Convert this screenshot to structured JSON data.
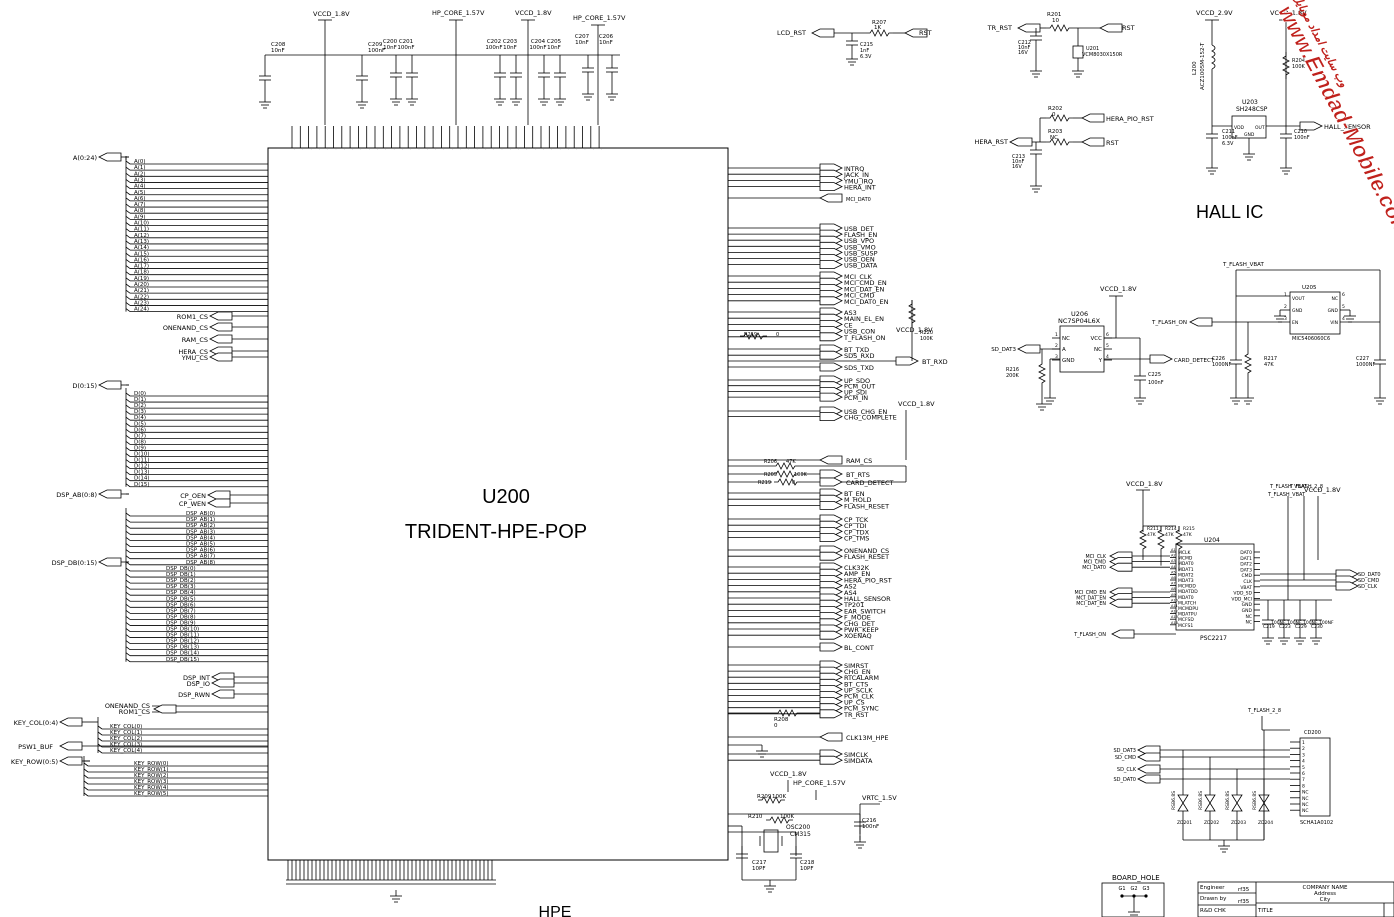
{
  "chip": {
    "ref": "U200",
    "part": "TRIDENT-HPE-POP"
  },
  "sheet_title": "HPE",
  "hall_title": "HALL IC",
  "board_hole": {
    "title": "BOARD_HOLE",
    "pins": [
      "G1",
      "G2",
      "G3"
    ]
  },
  "titleblock": {
    "engineer_label": "Engineer",
    "engineer": "rf35",
    "drawn_label": "Drawn by",
    "drawn": "rf35",
    "rdchk_label": "R&D CHK",
    "title_label": "TITLE",
    "company": "COMPANY NAME",
    "address": "Address",
    "city": "City"
  },
  "watermark": {
    "line1": "www.Emdad-Mobile.com",
    "line2": "وب سایت امداد موبایل"
  },
  "top_power": {
    "vccd_a": "VCCD_1.8V",
    "hpcore_a": "HP_CORE_1.57V",
    "vccd_b": "VCCD_1.8V",
    "hpcore_b": "HP_CORE_1.57V"
  },
  "caps_top": [
    {
      "ref": "C208",
      "val": "10nF"
    },
    {
      "ref": "C209",
      "val": "100nF"
    },
    {
      "ref": "C200",
      "val": "10nF"
    },
    {
      "ref": "C201",
      "val": "100nF"
    },
    {
      "ref": "C202",
      "val": "100nF"
    },
    {
      "ref": "C203",
      "val": "10nF"
    },
    {
      "ref": "C204",
      "val": "100nF"
    },
    {
      "ref": "C205",
      "val": "10nF"
    },
    {
      "ref": "C207",
      "val": "10nF"
    },
    {
      "ref": "C206",
      "val": "10nF"
    }
  ],
  "left_buses": [
    {
      "name": "A(0:24)"
    },
    {
      "name": "D(0:15)"
    },
    {
      "name": "DSP_AB(0:8)"
    },
    {
      "name": "DSP_DB(0:15)"
    },
    {
      "name": "KEY_COL(0:4)"
    },
    {
      "name": "PSW1_BUF"
    },
    {
      "name": "KEY_ROW(0:5)"
    }
  ],
  "addr_lines": [
    "A(0)",
    "A(1)",
    "A(2)",
    "A(3)",
    "A(4)",
    "A(5)",
    "A(6)",
    "A(7)",
    "A(8)",
    "A(9)",
    "A(10)",
    "A(11)",
    "A(12)",
    "A(13)",
    "A(14)",
    "A(15)",
    "A(16)",
    "A(17)",
    "A(18)",
    "A(19)",
    "A(20)",
    "A(21)",
    "A(22)",
    "A(23)",
    "A(24)"
  ],
  "cs_signals": [
    "ROM1_CS",
    "ONENAND_CS",
    "RAM_CS",
    "HERA_CS",
    "YMU_CS"
  ],
  "data_lines": [
    "D(0)",
    "D(1)",
    "D(2)",
    "D(3)",
    "D(4)",
    "D(5)",
    "D(6)",
    "D(7)",
    "D(8)",
    "D(9)",
    "D(10)",
    "D(11)",
    "D(12)",
    "D(13)",
    "D(14)",
    "D(15)"
  ],
  "cp_signals": [
    "CP_OEN",
    "CP_WEN"
  ],
  "dsp_ab_lines": [
    "DSP_AB(0)",
    "DSP_AB(1)",
    "DSP_AB(2)",
    "DSP_AB(3)",
    "DSP_AB(4)",
    "DSP_AB(5)",
    "DSP_AB(6)",
    "DSP_AB(7)",
    "DSP_AB(8)"
  ],
  "dsp_db_lines": [
    "DSP_DB(0)",
    "DSP_DB(1)",
    "DSP_DB(2)",
    "DSP_DB(3)",
    "DSP_DB(4)",
    "DSP_DB(5)",
    "DSP_DB(6)",
    "DSP_DB(7)",
    "DSP_DB(8)",
    "DSP_DB(9)",
    "DSP_DB(10)",
    "DSP_DB(11)",
    "DSP_DB(12)",
    "DSP_DB(13)",
    "DSP_DB(14)",
    "DSP_DB(15)"
  ],
  "dsp_int": [
    "DSP_INT",
    "DSP_IO"
  ],
  "dsp_rwn": "DSP_RWN",
  "onenand_rom": [
    "ONENAND_CS",
    "ROM1_CS"
  ],
  "key_col_lines": [
    "KEY_COL(0)",
    "KEY_COL(1)",
    "KEY_COL(2)",
    "KEY_COL(3)",
    "KEY_COL(4)"
  ],
  "key_row_lines": [
    "KEY_ROW(0)",
    "KEY_ROW(1)",
    "KEY_ROW(2)",
    "KEY_ROW(3)",
    "KEY_ROW(4)",
    "KEY_ROW(5)"
  ],
  "right_signals": {
    "g1": [
      "INTRQ",
      "JACK_IN",
      "YMU_IRQ",
      "HERA_INT"
    ],
    "mci_dat0": "MCI_DAT0",
    "g2": [
      "USB_DET",
      "FLASH_EN",
      "USB_VPO",
      "USB_VMO",
      "USB_SUSP",
      "USB_OEN",
      "USB_DATA"
    ],
    "g3": [
      "MCI_CLK",
      "MCI_CMD_EN",
      "MCI_DAT_EN",
      "MCI_CMD",
      "MCI_DAT0_EN"
    ],
    "g4": [
      "AS3",
      "MAIN_EL_EN",
      "CE",
      "USB_CON",
      "T_FLASH_ON"
    ],
    "g5": [
      "BT_TXD",
      "SDS_RXD"
    ],
    "bt_rxd": "BT_RXD",
    "sds_txd": "SDS_TXD",
    "g6": [
      "UP_SDO",
      "PCM_OUT",
      "UP_SDI",
      "PCM_IN"
    ],
    "g7": [
      "USB_CHG_EN",
      "CHG_COMPLETE"
    ],
    "ram_cs": "RAM_CS",
    "g8": [
      "BT_RTS",
      "CARD_DETECT"
    ],
    "g9": [
      "BT_EN",
      "M_HOLD",
      "FLASH_RESET"
    ],
    "g10": [
      "CP_TCK",
      "CP_TDI",
      "CP_TDX",
      "CP_TMS"
    ],
    "g11": [
      "ONENAND_CS",
      "FLASH_RESET"
    ],
    "g12": [
      "CLK32K",
      "AMP_EN",
      "HERA_PIO_RST",
      "AS2",
      "AS4",
      "HALL_SENSOR",
      "TP201",
      "EAR_SWITCH",
      "F_MODE",
      "CHG_DET",
      "PWR_KEEP",
      "XOENAQ"
    ],
    "bl_cont": "BL_CONT",
    "g13": [
      "SIMRST",
      "CHG_EN",
      "RTCALARM",
      "BT_CTS",
      "UP_SCLK",
      "PCM_CLK",
      "UP_CS",
      "PCM_SYNC",
      "TR_RST"
    ],
    "clk13m": "CLK13M_HPE",
    "g14": [
      "SIMCLK",
      "SIMDATA"
    ]
  },
  "right_parts": {
    "r219": {
      "ref": "R219",
      "val": "0"
    },
    "r220": {
      "ref": "R220",
      "val": "100K"
    },
    "vccd_r220": "VCCD_1.8V",
    "vccd_chg": "VCCD_1.8V",
    "r206": {
      "ref": "R206",
      "val": "47K"
    },
    "r205": {
      "ref": "R205",
      "val": "100K"
    },
    "r219b": {
      "ref": "R219",
      "val": "0"
    },
    "r208": {
      "ref": "R208",
      "val": "0"
    },
    "vccd_osc": "VCCD_1.8V",
    "hpcore_osc": "HP_CORE_1.57V",
    "vrtc": "VRTC_1.5V",
    "r209": {
      "ref": "R209",
      "val": "100K"
    },
    "r210": {
      "ref": "R210",
      "val": "100K"
    },
    "osc": {
      "ref": "OSC200",
      "val": "CM315"
    },
    "c216": {
      "ref": "C216",
      "val": "100nF"
    },
    "c217": {
      "ref": "C217",
      "val": "10PF"
    },
    "c218": {
      "ref": "C218",
      "val": "10PF"
    }
  },
  "lcd_rst": {
    "in": "LCD_RST",
    "out": "RST",
    "r": "R207",
    "rval": "1K",
    "c": "C215",
    "cval": "1nF",
    "cv": "6.3V"
  },
  "tr_rst": {
    "in": "TR_RST",
    "out": "RST",
    "r": "R201",
    "rval": "10",
    "c": "C212",
    "cval": "10nF",
    "cv": "16V",
    "u": "U201",
    "uval": "VCM8030X150R"
  },
  "hera": {
    "in": "HERA_RST",
    "out1": "HERA_PIO_RST",
    "out2": "RST",
    "r1": "R202",
    "r1val": "0",
    "r2": "R203",
    "r2val": "NC",
    "c": "C213",
    "cval": "10nF",
    "cv": "16V"
  },
  "hall": {
    "vccd_29": "VCCD_2.9V",
    "vccd_18": "VCCD_1.8V",
    "l": "L200",
    "lval": "ACZ1005M-152-T",
    "u": "U203",
    "uval": "SH248CSP",
    "vdd": "VDD",
    "out": "OUT",
    "gnd": "GND",
    "sensor": "HALL_SENSOR",
    "c211": "C211",
    "c211val": "100nF",
    "c211v": "6.3V",
    "c210": "C210",
    "c210val": "100nF",
    "r204": "R204",
    "r204val": "100K"
  },
  "u206": {
    "vccd": "VCCD_1.8V",
    "ref": "U206",
    "part": "NC7SP04L6X",
    "pins_l": [
      "NC",
      "A",
      "GND"
    ],
    "pins_r": [
      "VCC",
      "NC",
      "Y"
    ],
    "sd_dat3": "SD_DAT3",
    "card_detect": "CARD_DETECT",
    "r216": "R216",
    "r216val": "200K",
    "c225": "C225",
    "c225val": "100nF"
  },
  "u205": {
    "vbat": "T_FLASH_VBAT",
    "ref": "U205",
    "part": "MIC5406060C6",
    "pins_l": [
      "VOUT",
      "GND",
      "EN"
    ],
    "pins_r": [
      "NC",
      "GND",
      "VIN"
    ],
    "flash_on": "T_FLASH_ON",
    "c226": "C226",
    "c226val": "1000NF",
    "r217": "R217",
    "r217val": "47K",
    "c227": "C227",
    "c227val": "1000NF"
  },
  "u204": {
    "vccd": "VCCD_1.8V",
    "vbat_a": "T_FLASH_VBAT",
    "t28": "T_FLASH_2_8",
    "vccd_b": "VCCD_1.8V",
    "ref": "U204",
    "part": "PSC2217",
    "pins_l": [
      "MCLK",
      "MCMD",
      "MDAT0",
      "MDAT1",
      "MDAT2",
      "MDAT3",
      "MCMDD",
      "MDATDD",
      "MDAT0",
      "MLATCH",
      "MCMDPU",
      "MDATPU",
      "MCFSD",
      "MCFS1"
    ],
    "pins_r": [
      "DAT0",
      "DAT1",
      "DAT2",
      "DAT3",
      "CMD",
      "CLK",
      "VBAT",
      "VDD_SD",
      "VDD_MCI",
      "GND",
      "GND",
      "NC",
      "NC"
    ],
    "in_a": [
      "MCI_CLK",
      "MCI_CMD",
      "MCI_DAT0"
    ],
    "in_b": [
      "MCI_CMD_EN",
      "MCI_DAT_EN",
      "MCI_DAT_EN"
    ],
    "flash_on": "T_FLASH_ON",
    "outs": [
      "SD_DAT0",
      "SD_CMD",
      "SD_CLK"
    ],
    "resistors": [
      "R211",
      "R214",
      "R215"
    ],
    "rval": "47K",
    "caps": [
      "C219",
      "C223",
      "C229",
      "C230"
    ],
    "cval": "100NF"
  },
  "cd200": {
    "vcc": "T_FLASH_2_8",
    "ref": "CD200",
    "part": "SCHA1A0102",
    "pins": [
      "1",
      "2",
      "3",
      "4",
      "5",
      "6",
      "7",
      "8",
      "NC",
      "NC",
      "NC",
      "NC"
    ],
    "ins": [
      "SD_DAT3",
      "SD_CMD",
      "SD_CLK",
      "SD_DAT0"
    ],
    "zds": [
      "ZD201",
      "ZD202",
      "ZD203",
      "ZD204"
    ],
    "zdval": "RSB6.8S"
  }
}
